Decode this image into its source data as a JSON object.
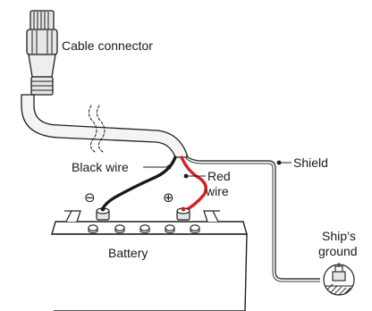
{
  "labels": {
    "cable_connector": "Cable connector",
    "black_wire": "Black wire",
    "red_wire_line1": "Red",
    "red_wire_line2": "wire",
    "shield": "Shield",
    "ships_ground_line1": "Ship’s",
    "ships_ground_line2": "ground",
    "battery": "Battery",
    "negative_symbol": "⊖",
    "positive_symbol": "⊕"
  },
  "colors": {
    "red_wire": "#d41f26",
    "black_wire": "#1a1a1a",
    "connector_fill": "#e6e6e6",
    "cable_fill": "#f4f4f4",
    "line": "#1f1f1f"
  }
}
